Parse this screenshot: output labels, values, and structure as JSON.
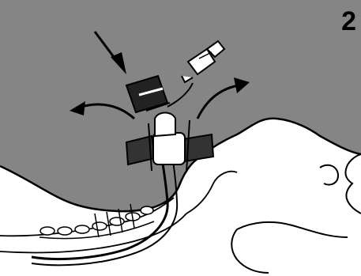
{
  "figure": {
    "step_number": "2",
    "background_color": "#858585",
    "line_color": "#000000",
    "fill_color": "#ffffff",
    "parts": [
      "syringe-icon",
      "cuff-pilot-balloon-icon",
      "connector-cap-icon",
      "tube-flange-icon",
      "neck-profile",
      "tracheostomy-tube",
      "spine"
    ],
    "arrows": [
      "downward-push-arrow",
      "outward-left-arrow",
      "outward-right-arrow"
    ]
  }
}
